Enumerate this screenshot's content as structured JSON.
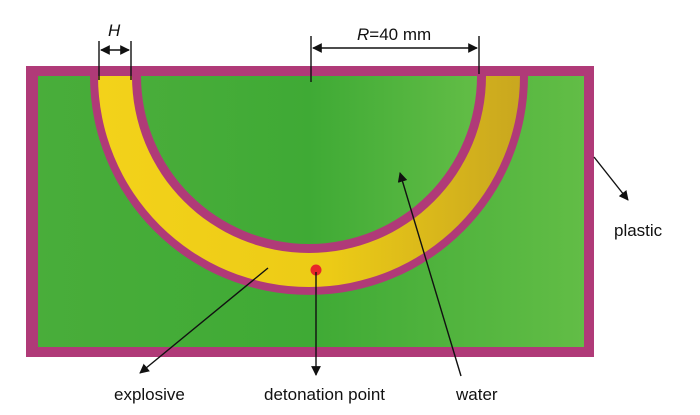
{
  "labels": {
    "dimension_h": "H",
    "dimension_r_symbol": "R",
    "dimension_r_value": "=40 mm",
    "plastic": "plastic",
    "explosive": "explosive",
    "detonation_point": "detonation point",
    "water": "water"
  },
  "colors": {
    "plastic": "#b03a78",
    "water": "#4fb33d",
    "explosive": "#f0cf1a",
    "detonation_point": "#e8272a",
    "annotation": "#111111"
  }
}
